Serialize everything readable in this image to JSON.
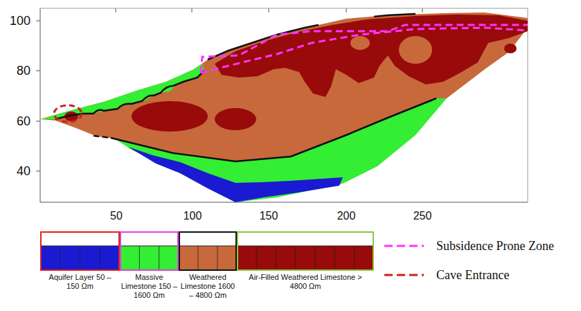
{
  "diagram": {
    "labels": [
      "100",
      "80",
      "60",
      "40",
      "50",
      "100",
      "150",
      "200",
      "250"
    ],
    "legend": [
      {
        "text": "Aquifer Layer 50 – 150 Ωm",
        "color": "#1a1ad2"
      },
      {
        "text": "Massive Limestone 150 – 1600 Ωm",
        "color": "#33ee33"
      },
      {
        "text": "Weathered Limestone 1600 – 4800 Ωm",
        "color": "#c8693c"
      },
      {
        "text": "Air-Filled Weathered Limestone > 4800 Ωm",
        "color": "#990a0a"
      },
      {
        "text": "Subsidence Prone Zone"
      },
      {
        "text": "Cave Entrance"
      }
    ]
  }
}
